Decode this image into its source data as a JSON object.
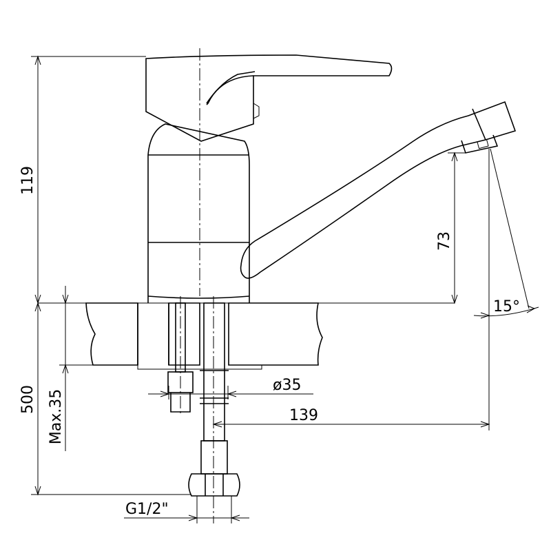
{
  "dimensions": {
    "overall_height": "119",
    "spout_height": "73",
    "spout_angle": "15°",
    "hole_diameter": "ø35",
    "spout_reach": "139",
    "hose_length": "500",
    "max_counter_thickness": "Max.35",
    "thread_size": "G1/2\""
  },
  "colors": {
    "line": "#000000",
    "background": "#ffffff"
  }
}
